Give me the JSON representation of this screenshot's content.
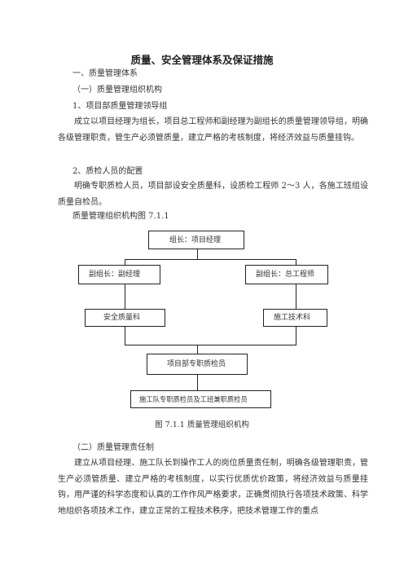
{
  "document": {
    "title": "质量、安全管理体系及保证措施",
    "sections": {
      "h1": "一、质量管理体系",
      "h1_1": "（一）质量管理组织机构",
      "item1_title": "1、项目部质量管理领导组",
      "item1_body": "成立以项目经理为组长，项目总工程师和副经理为副组长的质量管理领导组，明确各级管理职责，管生产必须管质量，建立严格的考核制度，将经济效益与质量挂钩。",
      "item2_title": "2、质检人员的配置",
      "item2_body": "明确专职质检人员，项目部设安全质量科，设质检工程师 2～3 人，各施工班组设质量自检员。",
      "chart_ref": "质量管理组织机构图 7.1.1",
      "h1_2": "（二）质量管理责任制",
      "resp_body": "建立从项目经理、施工队长到操作工人的岗位质量责任制，明确各级管理职责，管生产必须管质量、建立严格的考核制度，以实行优质优价政策，将经济效益与质量挂钩，用严谨的科学态度和认真的工作作风严格要求，正确贯彻执行各项技术政策、科学地组织各项技术工作，建立正常的工程技术秩序，把技术管理工作的重点"
    },
    "org_chart": {
      "leader": "组长：项目经理",
      "deputy_manager": "副组长：副经理",
      "deputy_engineer": "副组长：总工程师",
      "safety_dept": "安全质量科",
      "tech_dept": "施工技术科",
      "inspector": "项目部专职质检员",
      "team_inspector": "施工队专职质检员及工班兼职质检员",
      "caption": "图 7.1.1     质量管理组织机构"
    }
  }
}
